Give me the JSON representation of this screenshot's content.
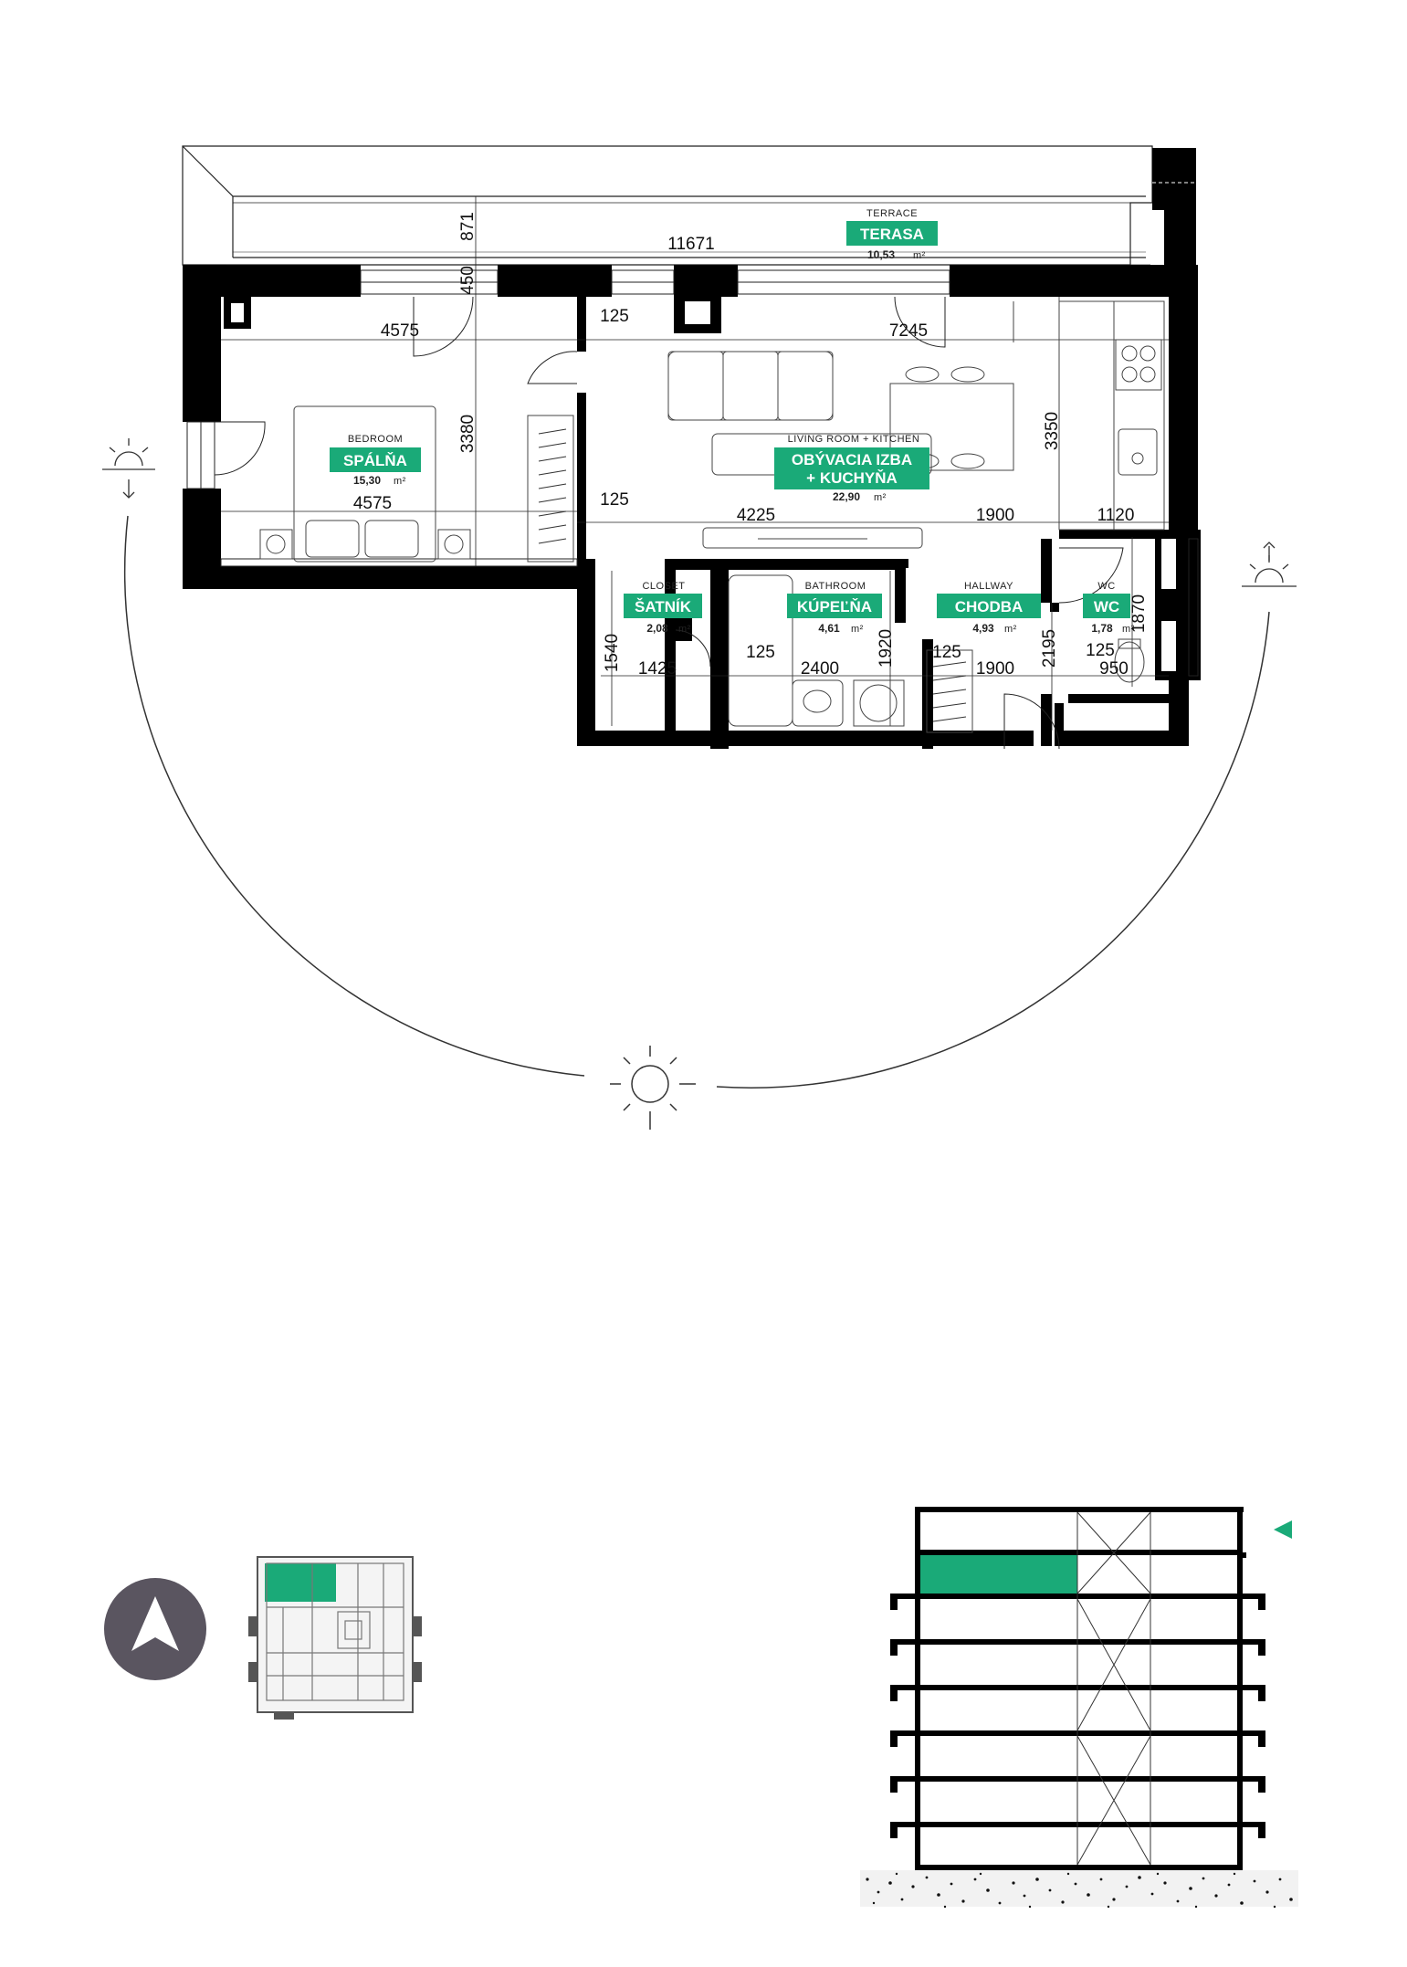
{
  "colors": {
    "accent": "#1aaa78",
    "wall": "#000000",
    "compass_bg": "#5a5560"
  },
  "rooms": {
    "terrace": {
      "en": "TERRACE",
      "sk": "TERASA",
      "area": "10,53",
      "unit": "m²"
    },
    "bedroom": {
      "en": "BEDROOM",
      "sk": "SPÁLŇA",
      "area": "15,30",
      "unit": "m²"
    },
    "living": {
      "en": "LIVING ROOM + KITCHEN",
      "sk_line1": "OBÝVACIA IZBA",
      "sk_line2": "+ KUCHYŇA",
      "area": "22,90",
      "unit": "m²"
    },
    "closet": {
      "en": "CLOSET",
      "sk": "ŠATNÍK",
      "area": "2,08",
      "unit": "m²"
    },
    "bathroom": {
      "en": "BATHROOM",
      "sk": "KÚPEĽŇA",
      "area": "4,61",
      "unit": "m²"
    },
    "hallway": {
      "en": "HALLWAY",
      "sk": "CHODBA",
      "area": "4,93",
      "unit": "m²"
    },
    "wc": {
      "en": "WC",
      "sk": "WC",
      "area": "1,78",
      "unit": "m²"
    }
  },
  "dimensions": {
    "terrace_depth": "871",
    "terrace_length": "11671",
    "wall_450": "450",
    "bedroom_top": "4575",
    "bedroom_bottom": "4575",
    "partition_top": "125",
    "living_width": "7245",
    "bedroom_depth": "3380",
    "living_depth": "3350",
    "partition_mid": "125",
    "living_4225": "4225",
    "living_1900": "1900",
    "living_1120": "1120",
    "closet_depth": "1540",
    "closet_width": "1425",
    "bath_partition": "125",
    "bath_width": "2400",
    "bath_depth": "1920",
    "hall_partition": "125",
    "hall_width": "1900",
    "hall_depth": "2195",
    "wc_partition": "125",
    "wc_width": "950",
    "wc_depth": "1870"
  },
  "icons": {
    "sunrise": "sunrise-icon",
    "sunset": "sunset-icon",
    "sun": "sun-icon",
    "north": "north-arrow-icon"
  }
}
